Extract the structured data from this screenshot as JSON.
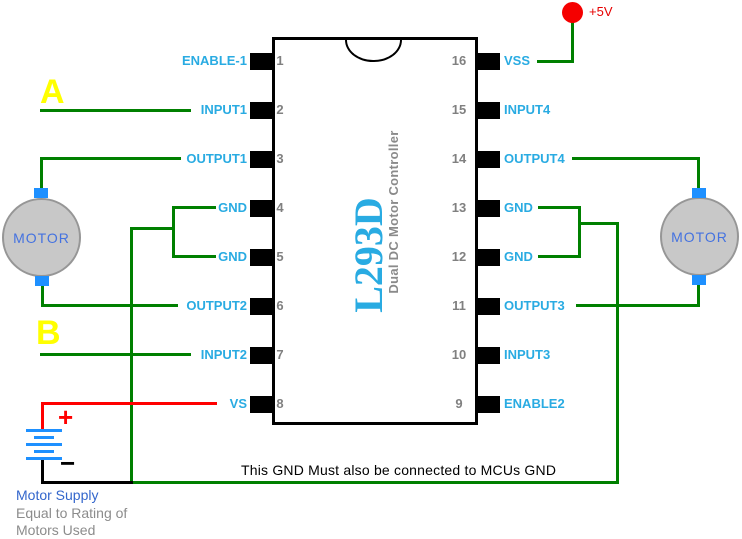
{
  "ic": {
    "name": "L293D",
    "subtitle": "Dual DC Motor Controller",
    "left_pins": [
      {
        "number": "1",
        "label": "ENABLE-1"
      },
      {
        "number": "2",
        "label": "INPUT1"
      },
      {
        "number": "3",
        "label": "OUTPUT1"
      },
      {
        "number": "4",
        "label": "GND"
      },
      {
        "number": "5",
        "label": "GND"
      },
      {
        "number": "6",
        "label": "OUTPUT2"
      },
      {
        "number": "7",
        "label": "INPUT2"
      },
      {
        "number": "8",
        "label": "VS"
      }
    ],
    "right_pins": [
      {
        "number": "16",
        "label": "VSS"
      },
      {
        "number": "15",
        "label": "INPUT4"
      },
      {
        "number": "14",
        "label": "OUTPUT4"
      },
      {
        "number": "13",
        "label": "GND"
      },
      {
        "number": "12",
        "label": "GND"
      },
      {
        "number": "11",
        "label": "OUTPUT3"
      },
      {
        "number": "10",
        "label": "INPUT3"
      },
      {
        "number": "9",
        "label": "ENABLE2"
      }
    ]
  },
  "motors": {
    "left_label": "MOTOR",
    "right_label": "MOTOR"
  },
  "power": {
    "plus5v_label": "+5V",
    "battery_plus": "+",
    "battery_minus": "−"
  },
  "channels": {
    "a": "A",
    "b": "B"
  },
  "notes": {
    "gnd_note": "This GND Must also be connected to MCUs GND",
    "supply_title": "Motor Supply",
    "supply_line1": "Equal to Rating of",
    "supply_line2": "Motors Used"
  },
  "colors": {
    "wire_green": "#008000",
    "wire_red": "#FF0000",
    "wire_black": "#000000",
    "pin_label_cyan": "#29ABE2",
    "pin_number_gray": "#808080",
    "channel_yellow": "#FFFF00",
    "terminal_blue": "#1E90FF",
    "motor_fill_gray": "#C8C8C8",
    "motor_text_blue": "#4472E0",
    "supply_text_blue": "#3366CC",
    "subtext_gray": "#8C8C8C",
    "led_red": "#F50000"
  }
}
